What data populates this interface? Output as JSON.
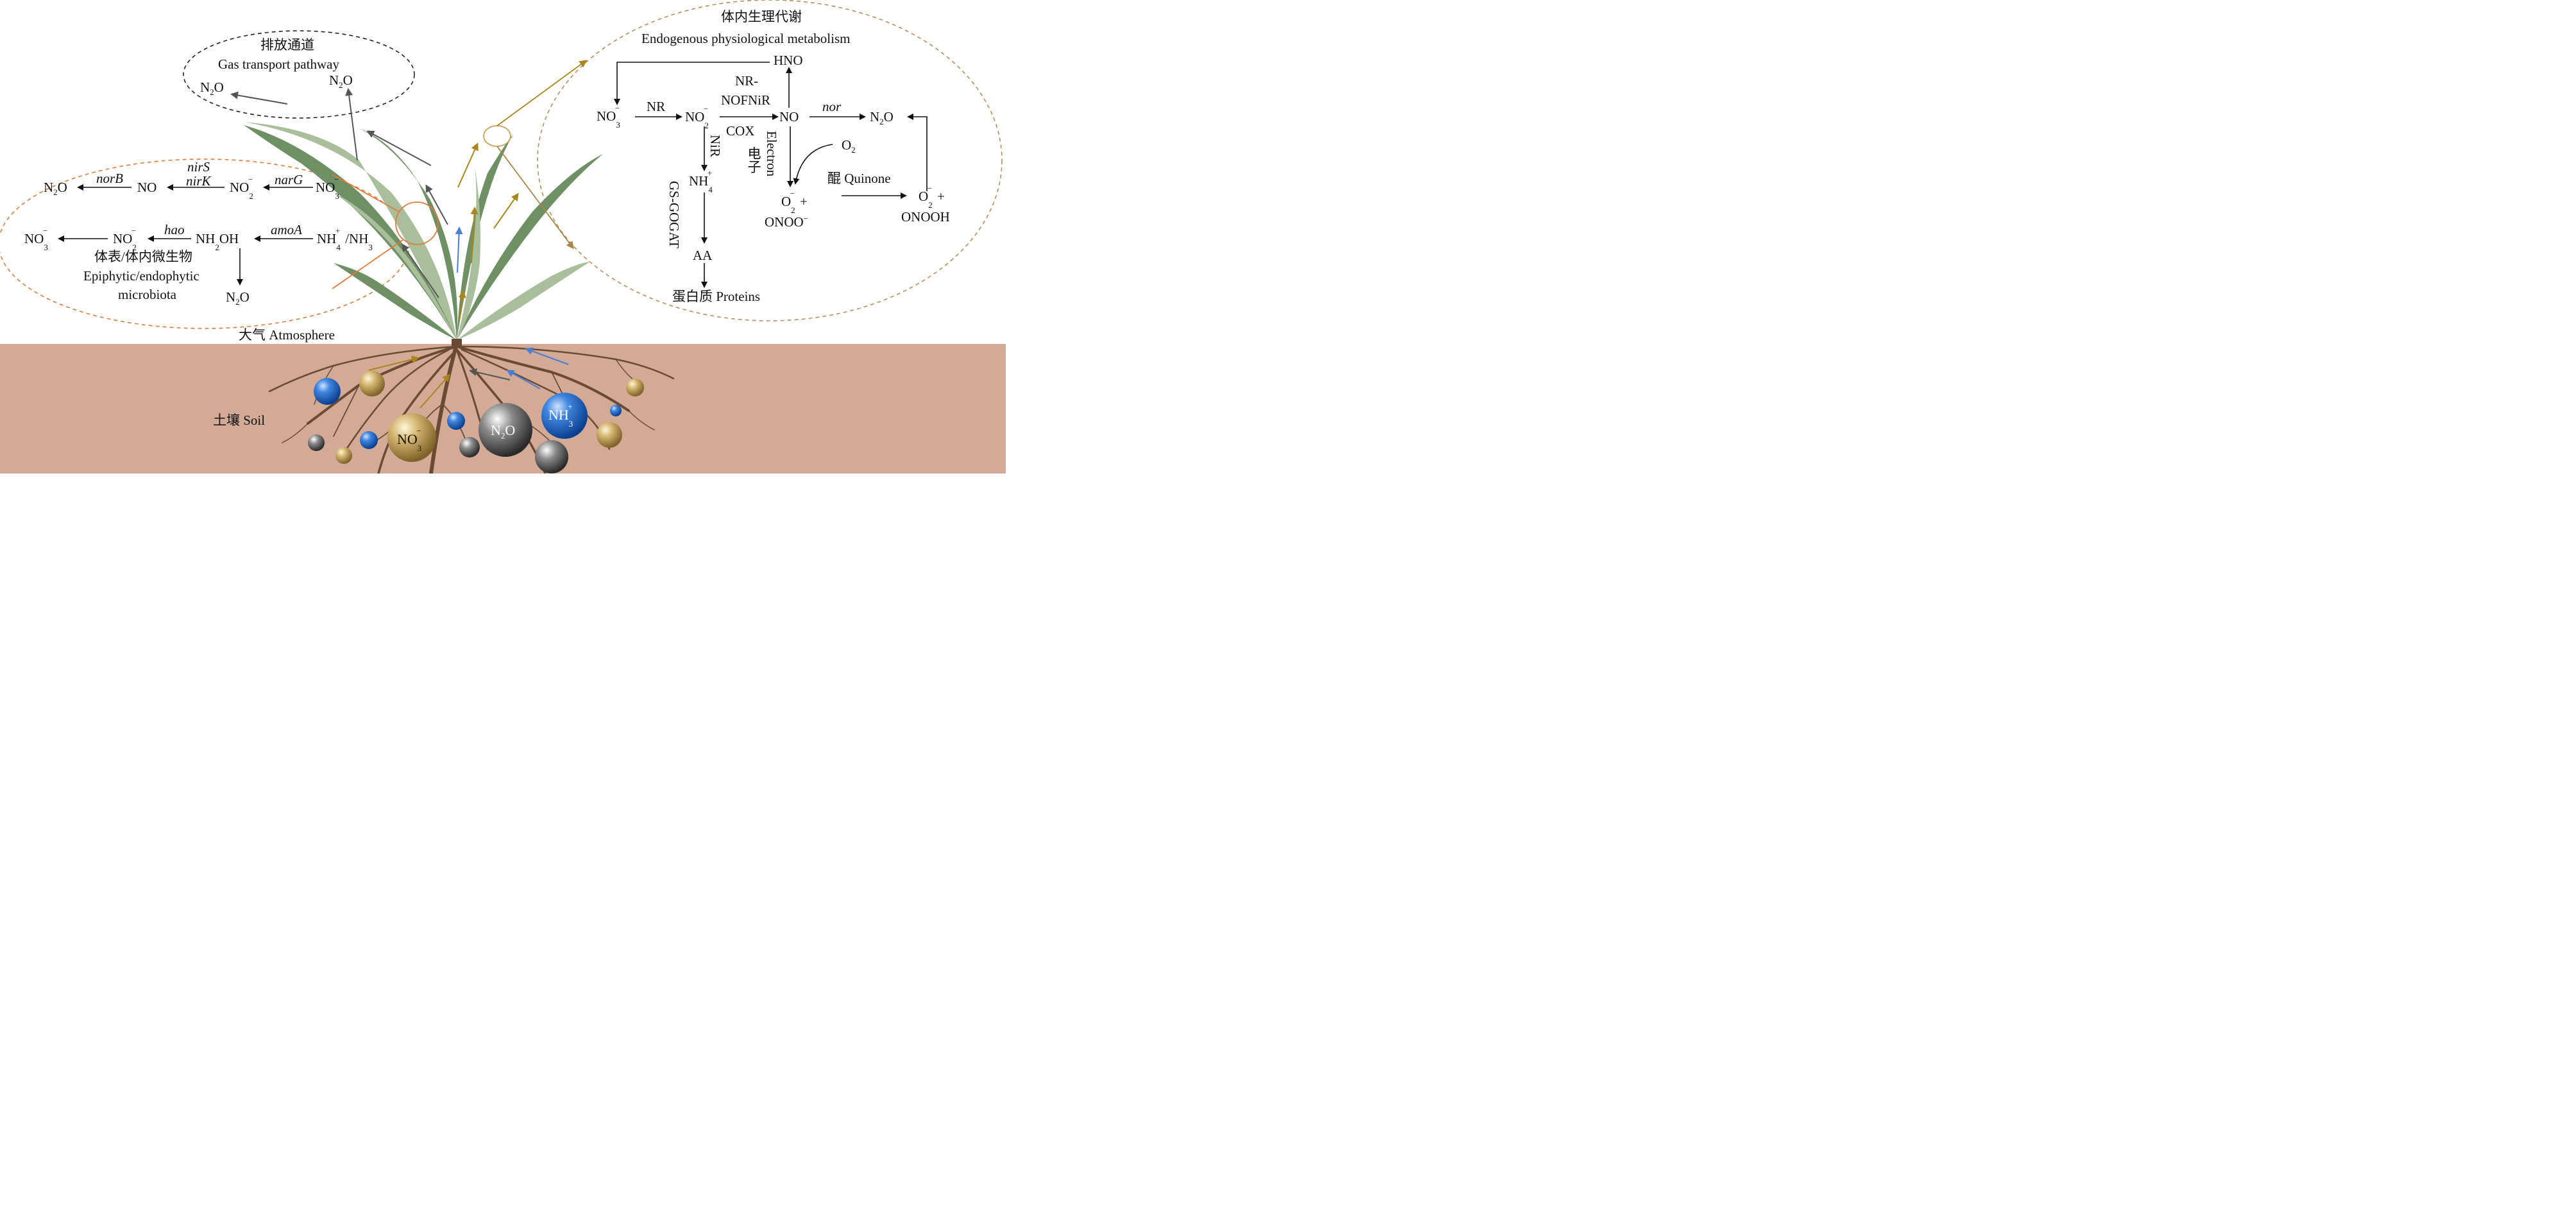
{
  "pathway": {
    "title_cn": "排放通道",
    "title_en": "Gas transport pathway",
    "n2o_left": "N2O",
    "n2o_right": "N2O"
  },
  "microbiota": {
    "title_cn": "体表/体内微生物",
    "title_en_1": "Epiphytic/endophytic",
    "title_en_2": "microbiota",
    "n2o_denit": "N2O",
    "no": "NO",
    "no2_denit": "NO2−",
    "no3_denit": "NO3−",
    "no3_nit": "NO3−",
    "no2_nit": "NO2−",
    "nh2oh": "NH2OH",
    "nh4_nh3": "NH4+/NH3",
    "n2o_nit": "N2O",
    "norB": "norB",
    "nirS": "nirS",
    "nirK": "nirK",
    "narG": "narG",
    "hao": "hao",
    "amoA": "amoA"
  },
  "metabolism": {
    "title_cn": "体内生理代谢",
    "title_en": "Endogenous physiological metabolism",
    "hno": "HNO",
    "no3": "NO3−",
    "nr": "NR",
    "no2": "NO2−",
    "nr_nofnir_1": "NR-",
    "nr_nofnir_2": "NOFNiR",
    "cox": "COX",
    "no": "NO",
    "nor": "nor",
    "n2o": "N2O",
    "nir": "NiR",
    "electron_cn": "电子",
    "electron_en": "Electron",
    "o2": "O2",
    "nh4": "NH4+",
    "gs_gogat": "GS-GOGAT",
    "superoxide_1": "O2−+",
    "onoo": "ONOO−",
    "quinone": "醌 Quinone",
    "superoxide_2": "O2−+",
    "onooh": "ONOOH",
    "aa": "AA",
    "proteins": "蛋白质 Proteins"
  },
  "scene": {
    "atmosphere": "大气 Atmosphere",
    "soil": "土壤 Soil",
    "ion_no3": "NO3−",
    "ion_n2o": "N2O",
    "ion_nh3": "NH3+"
  },
  "colors": {
    "soil": "#d2aa96",
    "leaf_dark": "#6f8f64",
    "leaf_light": "#a9bf9c",
    "root": "#6b4a35",
    "dashed_orange": "#e07b3a",
    "dashed_brown": "#b98d5c",
    "gold_arrow": "#a8861c",
    "blue_arrow": "#4a7fd0",
    "gray_arrow": "#555555"
  }
}
